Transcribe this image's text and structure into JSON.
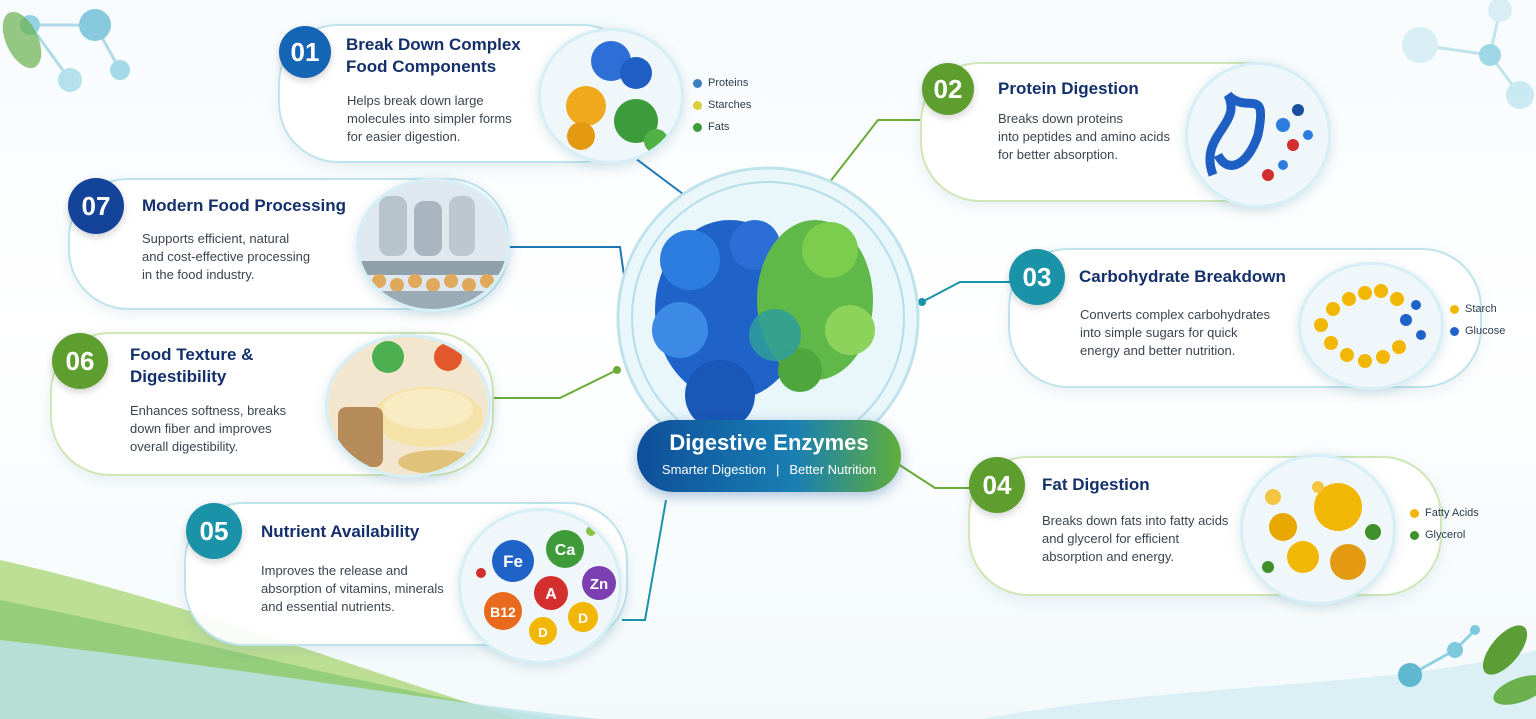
{
  "center": {
    "title": "Digestive Enzymes",
    "subtitle_left": "Smarter Digestion",
    "subtitle_right": "Better Nutrition",
    "separator": "|"
  },
  "cards": {
    "c01": {
      "number": "01",
      "title_line1": "Break Down Complex",
      "title_line2": "Food Components",
      "desc": [
        "Helps break down large",
        "molecules into simpler forms",
        "for easier digestion."
      ],
      "legend": [
        "Proteins",
        "Starches",
        "Fats"
      ]
    },
    "c02": {
      "number": "02",
      "title_line1": "Protein Digestion",
      "desc": [
        "Breaks down proteins",
        "into peptides and amino acids",
        "for better absorption."
      ]
    },
    "c03": {
      "number": "03",
      "title_line1": "Carbohydrate Breakdown",
      "desc": [
        "Converts complex carbohydrates",
        "into simple sugars for quick",
        "energy and better nutrition."
      ],
      "legend": [
        "Starch",
        "Glucose"
      ]
    },
    "c04": {
      "number": "04",
      "title_line1": "Fat Digestion",
      "desc": [
        "Breaks down fats into fatty acids",
        "and glycerol for efficient",
        "absorption and energy."
      ],
      "legend": [
        "Fatty Acids",
        "Glycerol"
      ]
    },
    "c05": {
      "number": "05",
      "title_line1": "Nutrient Availability",
      "desc": [
        "Improves the release and",
        "absorption of vitamins, minerals",
        "and essential nutrients."
      ],
      "nutrients": [
        "Fe",
        "Ca",
        "Zn",
        "A",
        "B12",
        "D",
        "D"
      ]
    },
    "c06": {
      "number": "06",
      "title_line1": "Food Texture &",
      "title_line2": "Digestibility",
      "desc": [
        "Enhances softness, breaks",
        "down fiber and improves",
        "overall digestibility."
      ]
    },
    "c07": {
      "number": "07",
      "title_line1": "Modern Food Processing",
      "desc": [
        "Supports efficient, natural",
        "and cost-effective processing",
        "in the food industry."
      ]
    }
  },
  "colors": {
    "blue": "#1565b5",
    "navy": "#14306b",
    "teal": "#1a93a8",
    "green": "#5e9e2e",
    "legend_blue": "#3b7fc4",
    "legend_yellow": "#d8cf3a",
    "legend_green": "#3f9b3a",
    "legend_orange": "#f2b705",
    "legend_glycerol": "#3f8f2a"
  }
}
